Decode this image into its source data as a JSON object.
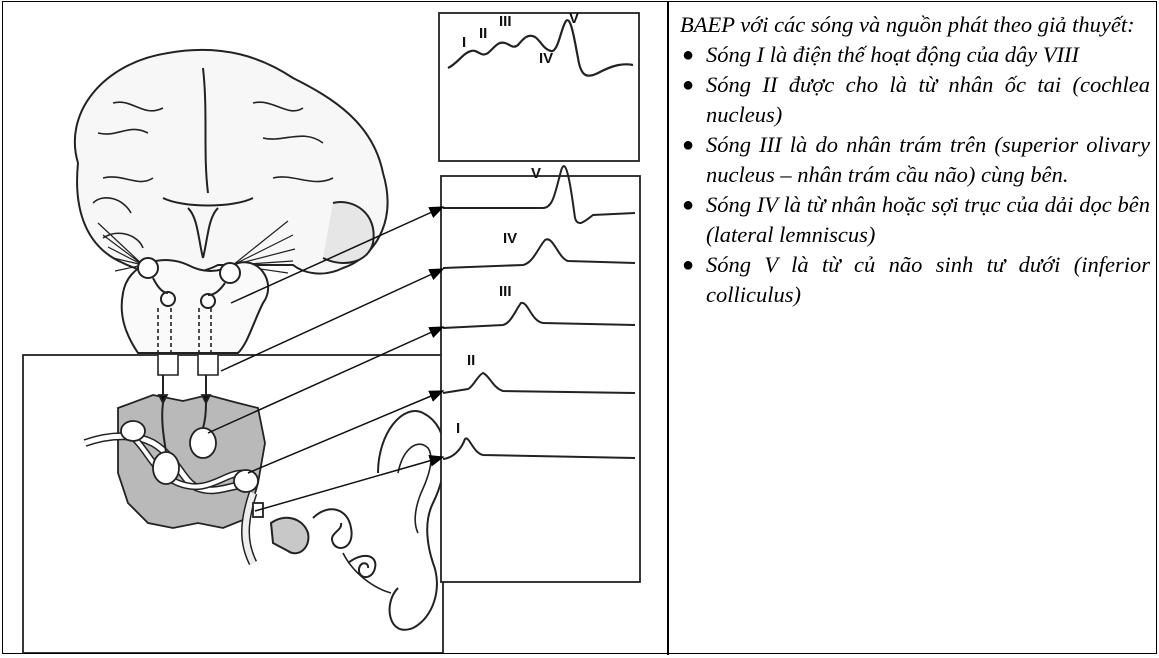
{
  "figure": {
    "top_waveform_labels": [
      "I",
      "II",
      "III",
      "IV",
      "V"
    ],
    "stacked_wave_labels": [
      "V",
      "IV",
      "III",
      "II",
      "I"
    ]
  },
  "caption": {
    "intro": "BAEP với các sóng và nguồn phát theo giả thuyết:",
    "items": [
      "Sóng I là điện thế hoạt động của dây VIII",
      "Sóng II được cho là từ nhân ốc tai (cochlea nucleus)",
      "Sóng III là do nhân trám trên (superior olivary nucleus – nhân trám cầu não) cùng bên.",
      "Sóng IV là từ nhân hoặc sợi trục của dải dọc bên (lateral lemniscus)",
      "Sóng V là từ củ não sinh tư dưới (inferior colliculus)"
    ]
  }
}
